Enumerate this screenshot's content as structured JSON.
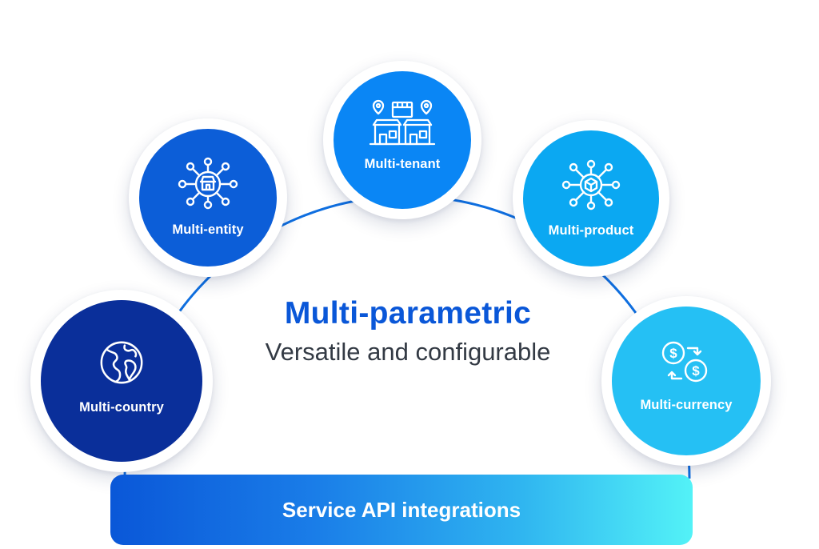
{
  "diagram": {
    "title": "Multi-parametric",
    "subtitle": "Versatile and configurable",
    "nodes": [
      {
        "label": "Multi-country",
        "icon": "globe-icon",
        "color": "#0a2f9a"
      },
      {
        "label": "Multi-entity",
        "icon": "storefront-network-icon",
        "color": "#0c5ed8"
      },
      {
        "label": "Multi-tenant",
        "icon": "stores-location-icon",
        "color": "#0a86f5"
      },
      {
        "label": "Multi-product",
        "icon": "box-network-icon",
        "color": "#0ba8f2"
      },
      {
        "label": "Multi-currency",
        "icon": "currency-exchange-icon",
        "color": "#25c0f4"
      }
    ],
    "base_bar": {
      "label": "Service API integrations"
    },
    "colors": {
      "title": "#0a57d8",
      "arc": "#0f6fe0",
      "bar_gradient_start": "#0a57d8",
      "bar_gradient_end": "#53f2f7"
    }
  }
}
